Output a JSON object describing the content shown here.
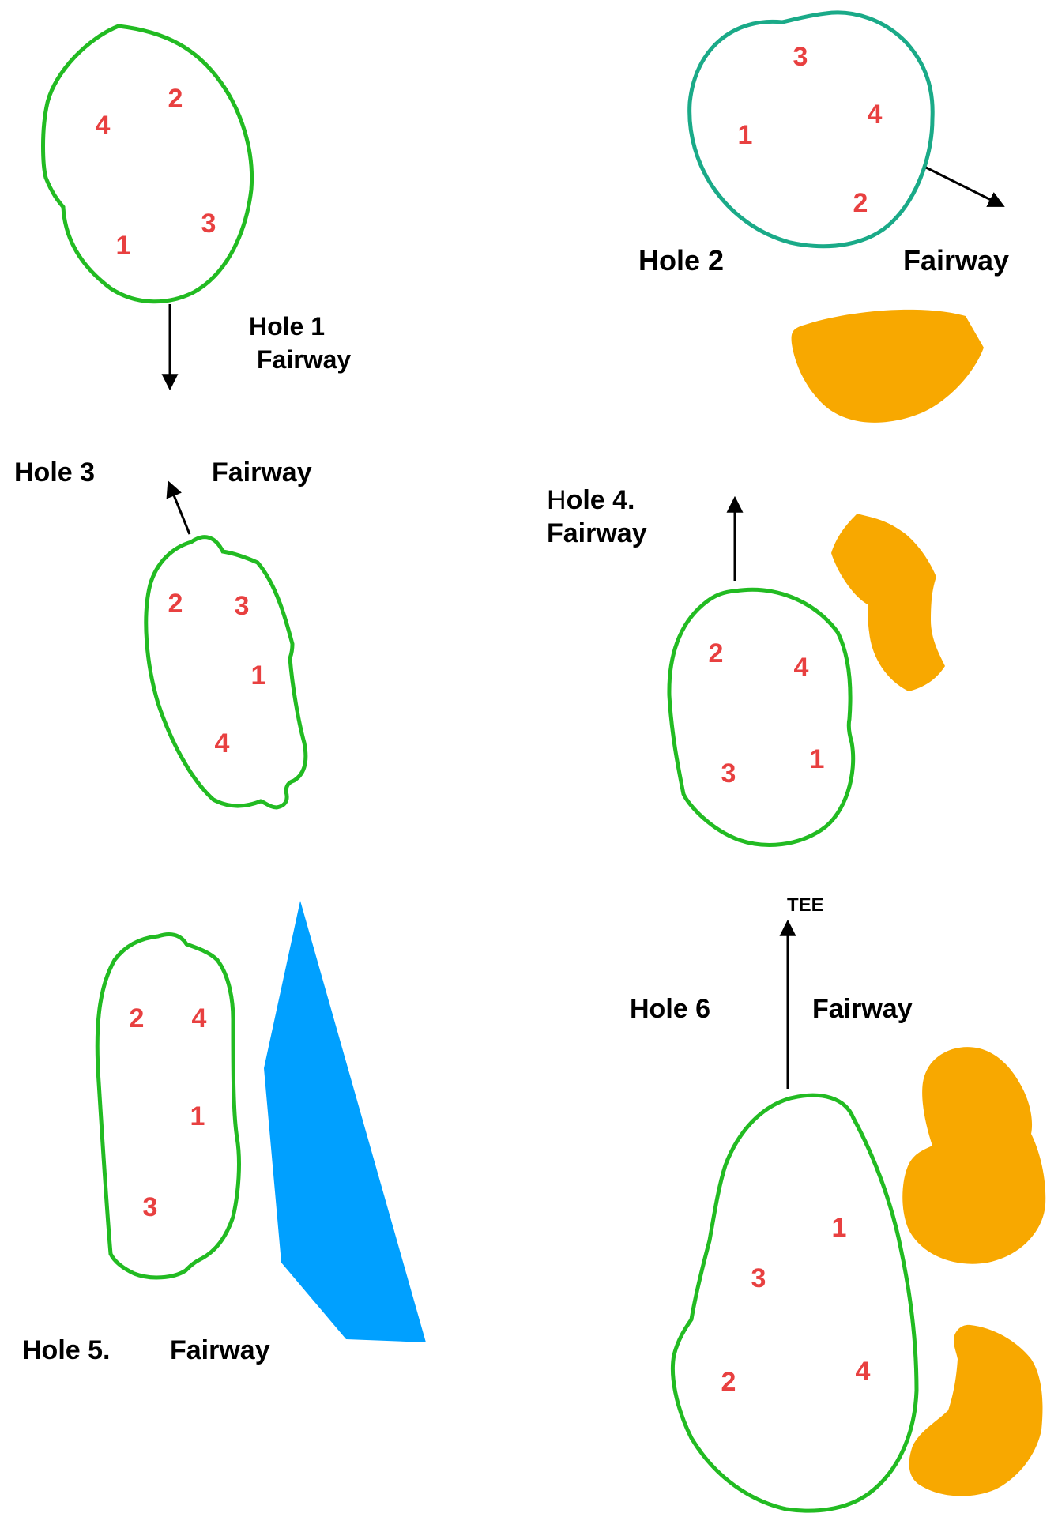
{
  "colors": {
    "green_outline": "#22bb22",
    "teal_outline": "#1aaa88",
    "pin_number": "#e84040",
    "bunker": "#f8a800",
    "water": "#00a0ff",
    "arrow": "#000000",
    "label": "#000000"
  },
  "holes": [
    {
      "title": "Hole 1",
      "fairway": "Fairway",
      "pins": [
        "4",
        "2",
        "1",
        "3"
      ]
    },
    {
      "title": "Hole 2",
      "fairway": "Fairway",
      "pins": [
        "3",
        "4",
        "1",
        "2"
      ]
    },
    {
      "title": "Hole 3",
      "fairway": "Fairway",
      "pins": [
        "2",
        "3",
        "1",
        "4"
      ]
    },
    {
      "title_prefix": "H",
      "title_rest": "ole 4.",
      "fairway": "Fairway",
      "pins": [
        "2",
        "4",
        "3",
        "1"
      ]
    },
    {
      "title": "Hole 5.",
      "fairway": "Fairway",
      "pins": [
        "2",
        "4",
        "1",
        "3"
      ]
    },
    {
      "title": "Hole 6",
      "fairway": "Fairway",
      "tee": "TEE",
      "pins": [
        "1",
        "3",
        "2",
        "4"
      ]
    }
  ]
}
